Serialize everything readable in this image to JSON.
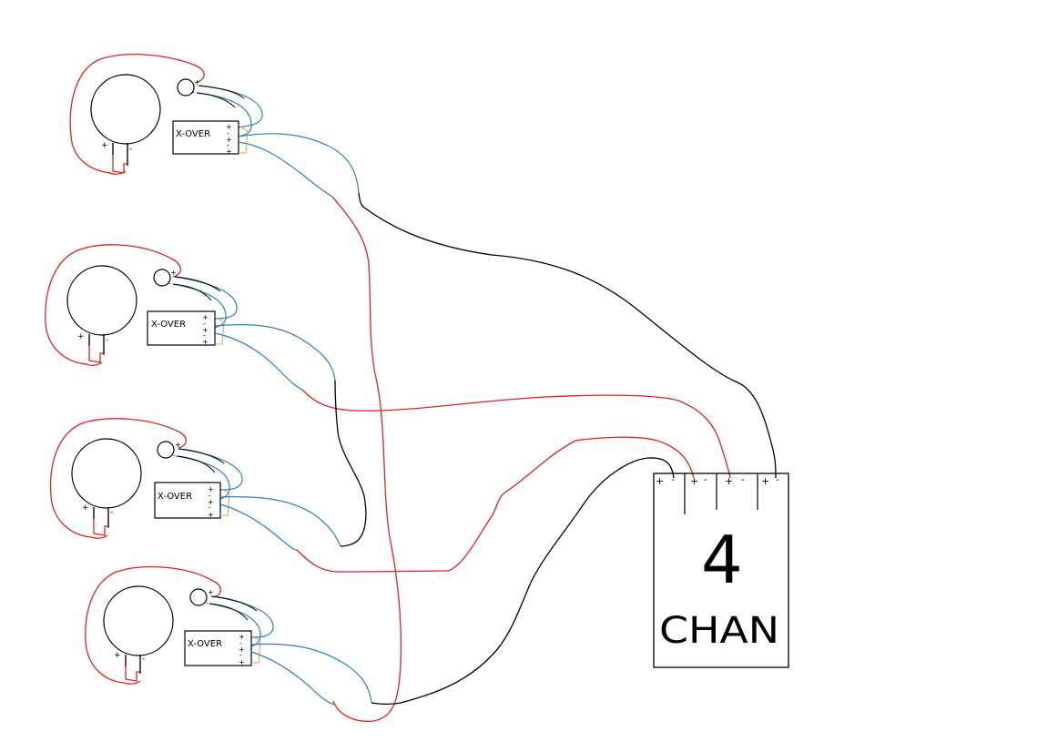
{
  "colors": {
    "background": "#ffffff",
    "outline": "#000000",
    "red_wire": "#e2231a",
    "blue_wire": "#2e7fc0",
    "black_wire": "#000000",
    "orange_wire": "#e8a040"
  },
  "speakers": [
    {
      "crossover_label": "X-OVER",
      "woofer_plus": "+",
      "woofer_minus": "-",
      "tweeter_plus": "+",
      "tweeter_minus": "-",
      "terminals": [
        "+",
        "-",
        "+",
        "-",
        "+"
      ]
    },
    {
      "crossover_label": "X-OVER",
      "woofer_plus": "+",
      "woofer_minus": "-",
      "tweeter_plus": "+",
      "tweeter_minus": "-",
      "terminals": [
        "+",
        "-",
        "+",
        "-",
        "+"
      ]
    },
    {
      "crossover_label": "X-OVER",
      "woofer_plus": "+",
      "woofer_minus": "-",
      "tweeter_plus": "+",
      "tweeter_minus": "-",
      "terminals": [
        "+",
        "-",
        "+",
        "-",
        "+"
      ]
    },
    {
      "crossover_label": "X-OVER",
      "woofer_plus": "+",
      "woofer_minus": "-",
      "tweeter_plus": "+",
      "tweeter_minus": "-",
      "terminals": [
        "+",
        "-",
        "+",
        "-",
        "+"
      ]
    }
  ],
  "amplifier": {
    "channel_count": "4",
    "label": "CHAN",
    "terminals": [
      "+",
      "-",
      "+",
      "-",
      "+",
      "-",
      "+",
      "-"
    ]
  }
}
